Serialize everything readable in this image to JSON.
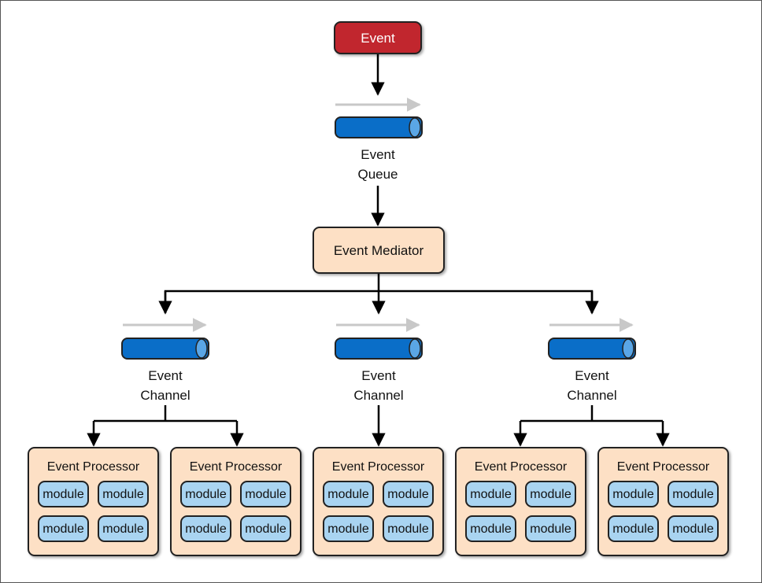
{
  "event_node": {
    "label": "Event",
    "color": "#c1272d"
  },
  "queue": {
    "line1": "Event",
    "line2": "Queue"
  },
  "mediator": {
    "label": "Event Mediator",
    "color": "#fde0c5"
  },
  "channels": [
    {
      "line1": "Event",
      "line2": "Channel"
    },
    {
      "line1": "Event",
      "line2": "Channel"
    },
    {
      "line1": "Event",
      "line2": "Channel"
    }
  ],
  "processor_label": "Event Processor",
  "module_label": "module",
  "processor_count": 5,
  "modules_per_processor": 4,
  "colors": {
    "pipe_blue": "#0a6ec8",
    "pipe_cap": "#5aa6e6",
    "flow_arrow": "#c8c8c8",
    "processor_fill": "#fde0c5",
    "module_fill": "#a9d4f1",
    "line": "#000000"
  }
}
